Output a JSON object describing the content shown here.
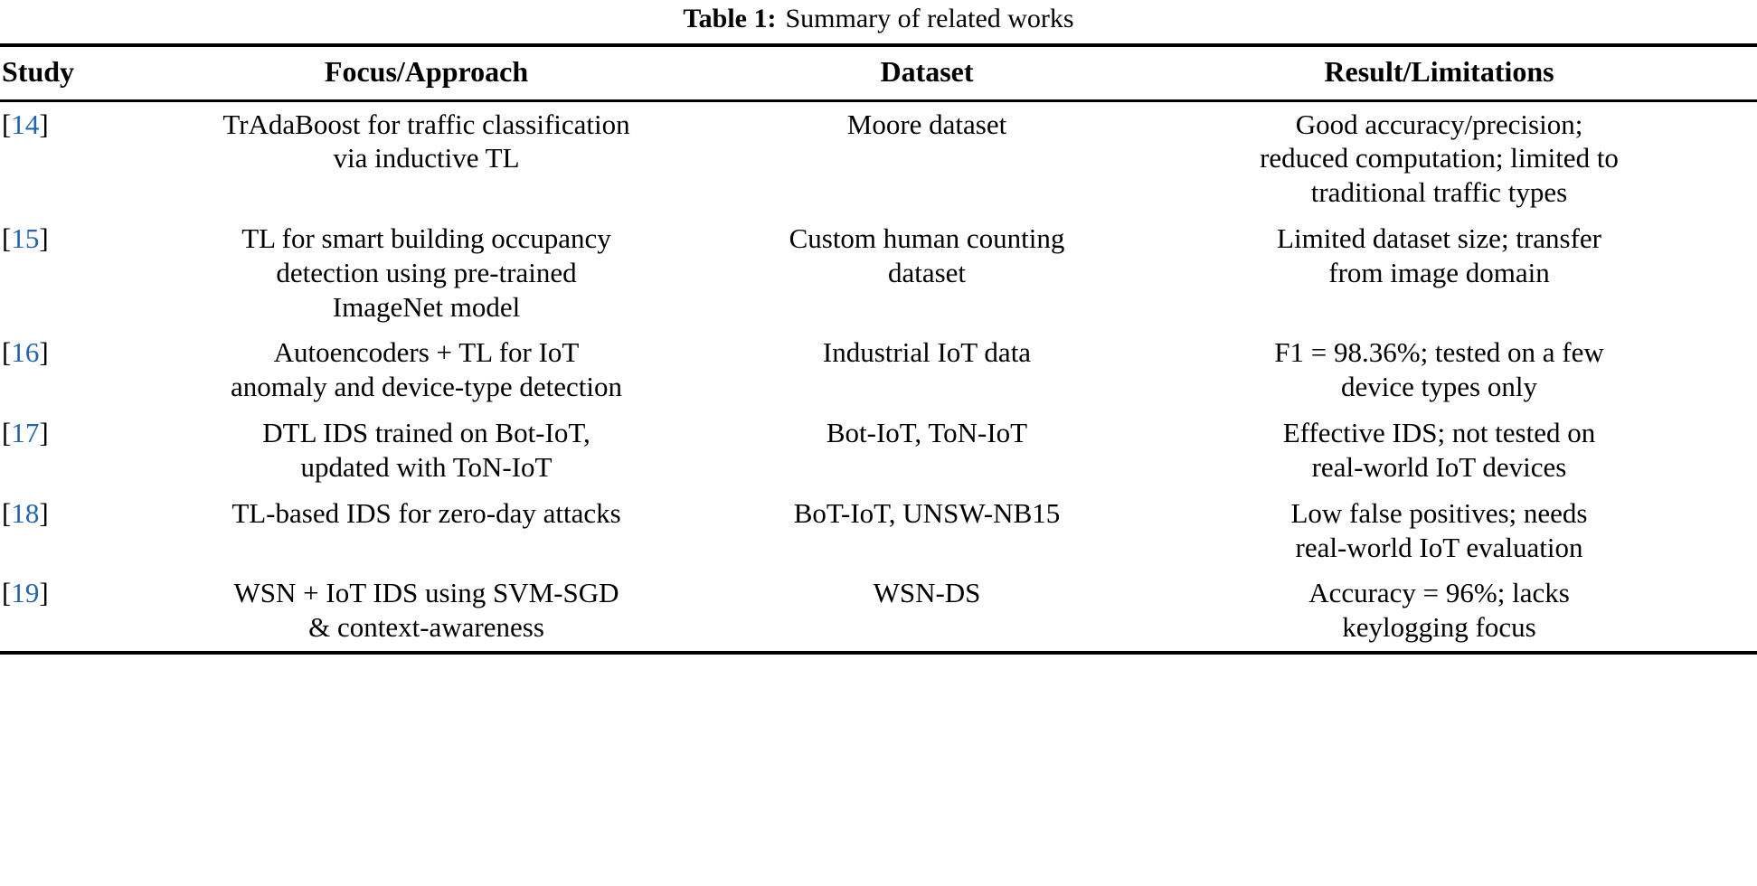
{
  "caption": {
    "label": "Table 1:",
    "text": "Summary of related works"
  },
  "colors": {
    "citation_link": "#2163ae",
    "text": "#000000",
    "rule": "#000000",
    "background": "#ffffff"
  },
  "table": {
    "columns": [
      {
        "key": "study",
        "header": "Study"
      },
      {
        "key": "focus",
        "header": "Focus/Approach"
      },
      {
        "key": "dataset",
        "header": "Dataset"
      },
      {
        "key": "result",
        "header": "Result/Limitations"
      }
    ],
    "rows": [
      {
        "study_open": "[",
        "study_num": "14",
        "study_close": "]",
        "focus_lines": [
          "TrAdaBoost for traffic classification",
          "via inductive TL"
        ],
        "dataset_lines": [
          "Moore dataset"
        ],
        "result_lines": [
          "Good accuracy/precision;",
          "reduced computation; limited to",
          "traditional traffic types"
        ]
      },
      {
        "study_open": "[",
        "study_num": "15",
        "study_close": "]",
        "focus_lines": [
          "TL for smart building occupancy",
          "detection using pre-trained",
          "ImageNet model"
        ],
        "dataset_lines": [
          "Custom human counting",
          "dataset"
        ],
        "result_lines": [
          "Limited dataset size; transfer",
          "from image domain"
        ]
      },
      {
        "study_open": "[",
        "study_num": "16",
        "study_close": "]",
        "focus_lines": [
          "Autoencoders + TL for IoT",
          "anomaly and device-type detection"
        ],
        "dataset_lines": [
          "Industrial IoT data"
        ],
        "result_lines": [
          "F1 = 98.36%; tested on a few",
          "device types only"
        ]
      },
      {
        "study_open": "[",
        "study_num": "17",
        "study_close": "]",
        "focus_lines": [
          "DTL IDS trained on Bot-IoT,",
          "updated with ToN-IoT"
        ],
        "dataset_lines": [
          "Bot-IoT, ToN-IoT"
        ],
        "result_lines": [
          "Effective IDS; not tested on",
          "real-world IoT devices"
        ]
      },
      {
        "study_open": "[",
        "study_num": "18",
        "study_close": "]",
        "focus_lines": [
          "TL-based IDS for zero-day attacks"
        ],
        "dataset_lines": [
          "BoT-IoT, UNSW-NB15"
        ],
        "result_lines": [
          "Low false positives; needs",
          "real-world IoT evaluation"
        ]
      },
      {
        "study_open": "[",
        "study_num": "19",
        "study_close": "]",
        "focus_lines": [
          "WSN + IoT IDS using SVM-SGD",
          "& context-awareness"
        ],
        "dataset_lines": [
          "WSN-DS"
        ],
        "result_lines": [
          "Accuracy = 96%; lacks",
          "keylogging focus"
        ]
      }
    ]
  }
}
